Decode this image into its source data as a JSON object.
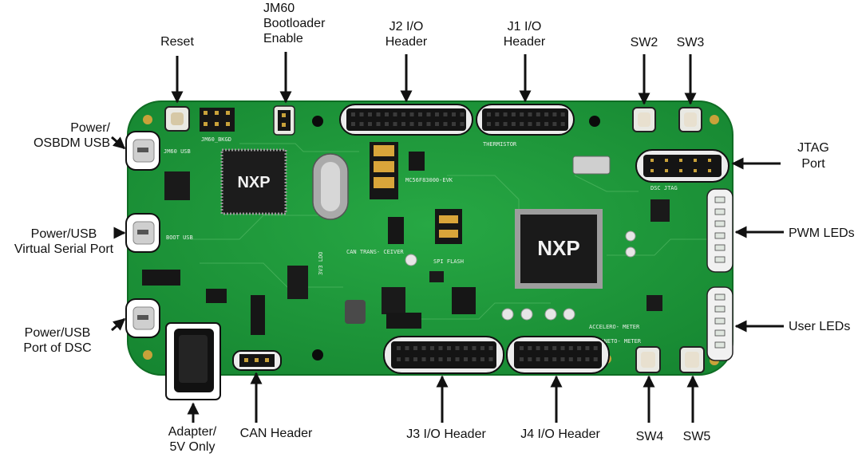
{
  "board": {
    "logo_text": "NXP",
    "silkscreen": {
      "part": "MC56F83000-EVK",
      "thermistor": "THERMISTOR",
      "spi_flash": "SPI FLASH",
      "can_transceiver": "CAN TRANS- CEIVER",
      "accelerometer": "ACCELERO- METER",
      "magnetometer": "MAGNETO- METER",
      "ldo": "3V3 LDO",
      "dsc_jtag": "DSC JTAG",
      "jm60_bkgd": "JM60_BKGD",
      "boot_usb": "BOOT USB",
      "jm60_usb": "JM60 USB"
    },
    "colors": {
      "pcb": "#1f9a3a",
      "pcb_dark": "#137a2b",
      "chip": "#1b1b1b",
      "header": "#141414",
      "callout": "#111111"
    }
  },
  "callouts": {
    "reset": "Reset",
    "jm60_line1": "JM60",
    "jm60_line2": "Bootloader",
    "jm60_line3": "Enable",
    "j2_line1": "J2 I/O",
    "j2_line2": "Header",
    "j1_line1": "J1 I/O",
    "j1_line2": "Header",
    "sw2": "SW2",
    "sw3": "SW3",
    "osbdm_line1": "Power/",
    "osbdm_line2": "OSBDM USB",
    "vsp_line1": "Power/USB",
    "vsp_line2": "Virtual Serial Port",
    "dsc_line1": "Power/USB",
    "dsc_line2": "Port of DSC",
    "jtag_line1": "JTAG",
    "jtag_line2": "Port",
    "pwm_leds": "PWM LEDs",
    "user_leds": "User LEDs",
    "adapter_line1": "Adapter/",
    "adapter_line2": "5V Only",
    "can_header": "CAN Header",
    "j3_header": "J3 I/O Header",
    "j4_header": "J4 I/O Header",
    "sw4": "SW4",
    "sw5": "SW5"
  }
}
